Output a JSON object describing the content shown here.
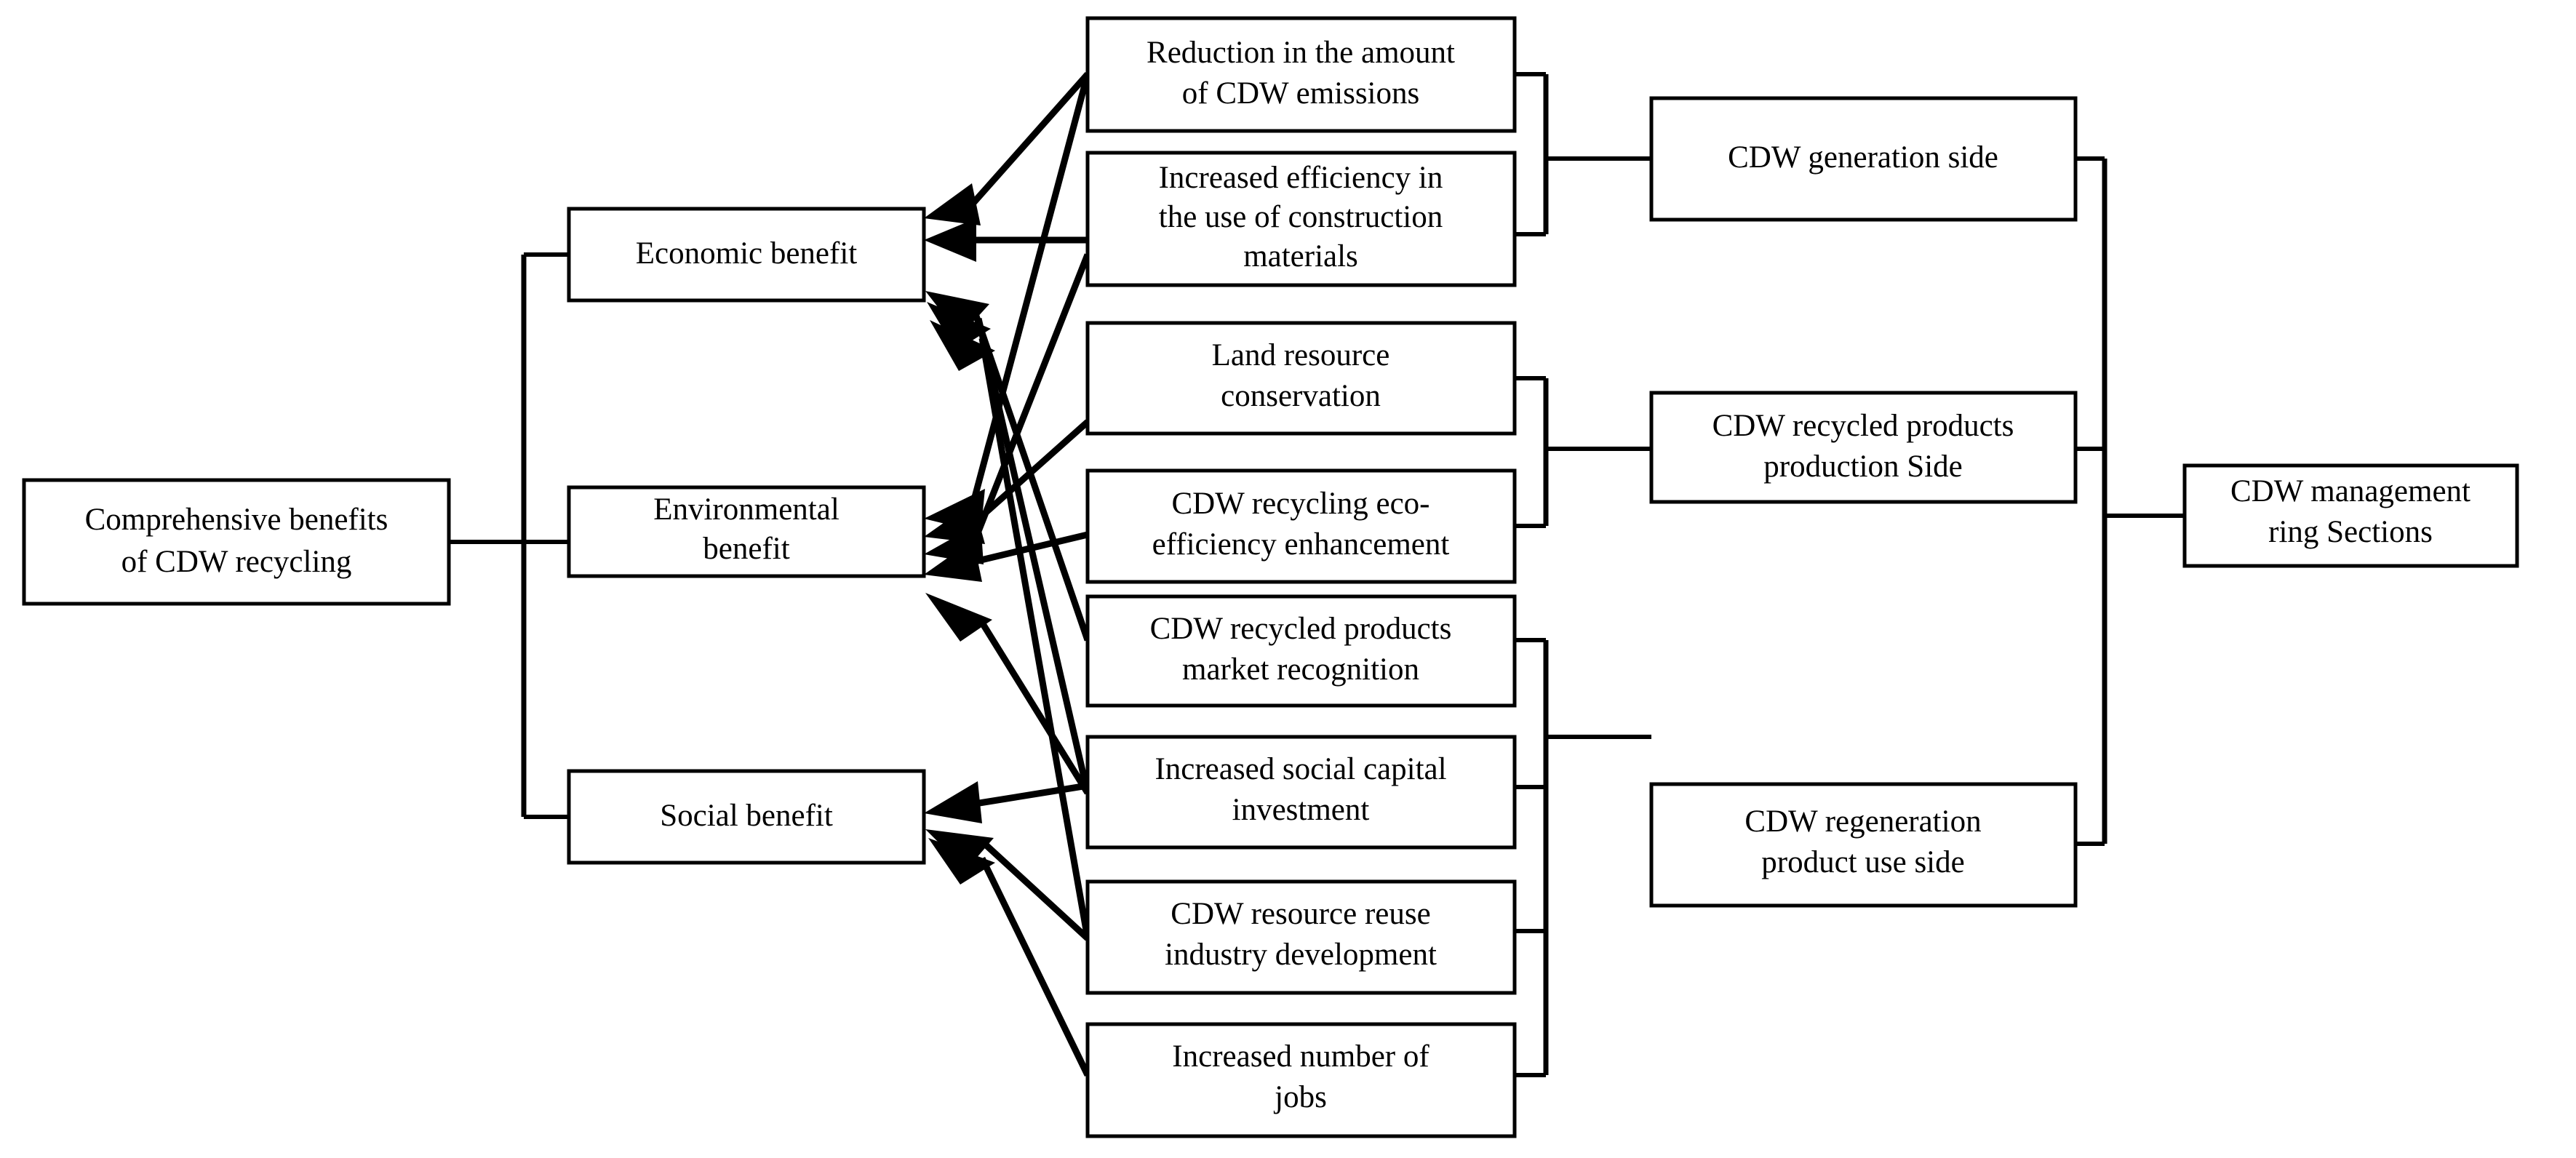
{
  "diagram": {
    "type": "hierarchical-flow-diagram",
    "title_text_present": false,
    "colors": {
      "background": "#ffffff",
      "stroke": "#000000",
      "box_fill": "#ffffff",
      "text": "#000000"
    },
    "root": {
      "id": "root",
      "label_line1": "Comprehensive benefits",
      "label_line2": "of CDW recycling"
    },
    "benefits": [
      {
        "id": "economic",
        "label_line1": "Economic benefit",
        "label_line2": ""
      },
      {
        "id": "environmental",
        "label_line1": "Environmental",
        "label_line2": "benefit"
      },
      {
        "id": "social",
        "label_line1": "Social benefit",
        "label_line2": ""
      }
    ],
    "factors": [
      {
        "id": "f1",
        "label_line1": "Reduction in the amount",
        "label_line2": "of CDW emissions",
        "label_line3": ""
      },
      {
        "id": "f2",
        "label_line1": "Increased efficiency in",
        "label_line2": "the use of construction",
        "label_line3": "materials"
      },
      {
        "id": "f3",
        "label_line1": "Land resource",
        "label_line2": "conservation",
        "label_line3": ""
      },
      {
        "id": "f4",
        "label_line1": "CDW recycling eco-",
        "label_line2": "efficiency enhancement",
        "label_line3": ""
      },
      {
        "id": "f5",
        "label_line1": "CDW recycled products",
        "label_line2": "market recognition",
        "label_line3": ""
      },
      {
        "id": "f6",
        "label_line1": "Increased social capital",
        "label_line2": "investment",
        "label_line3": ""
      },
      {
        "id": "f7",
        "label_line1": "CDW resource reuse",
        "label_line2": "industry development",
        "label_line3": ""
      },
      {
        "id": "f8",
        "label_line1": "Increased number of",
        "label_line2": "jobs",
        "label_line3": ""
      }
    ],
    "sides": [
      {
        "id": "s1",
        "label_line1": "CDW generation side",
        "label_line2": ""
      },
      {
        "id": "s2",
        "label_line1": "CDW recycled products",
        "label_line2": "production Side"
      },
      {
        "id": "s3",
        "label_line1": "CDW regeneration",
        "label_line2": "product use side"
      }
    ],
    "ring": {
      "id": "ring",
      "label_line1": "CDW management",
      "label_line2": "ring Sections"
    },
    "groupings": [
      {
        "side": "CDW generation side",
        "factors": [
          "Reduction in the amount of CDW emissions",
          "Increased efficiency in the use of construction materials"
        ]
      },
      {
        "side": "CDW recycled products production Side",
        "factors": [
          "Land resource conservation",
          "CDW recycling eco-efficiency enhancement"
        ]
      },
      {
        "side": "CDW regeneration product use side",
        "factors": [
          "CDW recycled products market recognition",
          "Increased social capital investment",
          "CDW resource reuse industry development",
          "Increased number of jobs"
        ]
      }
    ],
    "arrows": [
      {
        "from": "Reduction in the amount of CDW emissions",
        "to": "Economic benefit"
      },
      {
        "from": "Reduction in the amount of CDW emissions",
        "to": "Environmental benefit"
      },
      {
        "from": "Increased efficiency in the use of construction materials",
        "to": "Economic benefit"
      },
      {
        "from": "Increased efficiency in the use of construction materials",
        "to": "Environmental benefit"
      },
      {
        "from": "Land resource conservation",
        "to": "Environmental benefit"
      },
      {
        "from": "CDW recycling eco-efficiency enhancement",
        "to": "Environmental benefit"
      },
      {
        "from": "CDW recycled products market recognition",
        "to": "Economic benefit"
      },
      {
        "from": "Increased social capital investment",
        "to": "Economic benefit"
      },
      {
        "from": "Increased social capital investment",
        "to": "Environmental benefit"
      },
      {
        "from": "Increased social capital investment",
        "to": "Social benefit"
      },
      {
        "from": "CDW resource reuse industry development",
        "to": "Economic benefit"
      },
      {
        "from": "CDW resource reuse industry development",
        "to": "Social benefit"
      },
      {
        "from": "Increased number of jobs",
        "to": "Social benefit"
      }
    ]
  }
}
